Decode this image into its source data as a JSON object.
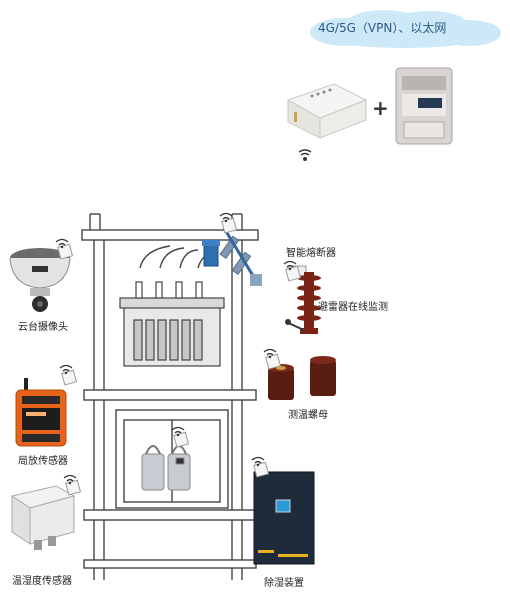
{
  "network": {
    "label": "4G/5G（VPN）、以太网",
    "cloud_color": "#bfe3f5"
  },
  "gateway": {
    "plus": "+"
  },
  "devices": [
    {
      "id": "camera",
      "label": "云台摄像头",
      "icon": "ptz-camera"
    },
    {
      "id": "fuse",
      "label": "智能熔断器",
      "icon": "drop-out-fuse"
    },
    {
      "id": "arrester",
      "label": "避雷器在线监测",
      "icon": "surge-arrester"
    },
    {
      "id": "partial",
      "label": "局放传感器",
      "icon": "partial-discharge-sensor"
    },
    {
      "id": "temp",
      "label": "测温螺母",
      "icon": "temperature-nut"
    },
    {
      "id": "humidity",
      "label": "温湿度传感器",
      "icon": "humidity-sensor"
    },
    {
      "id": "dehumid",
      "label": "除湿装置",
      "icon": "dehumidifier"
    }
  ],
  "colors": {
    "accent": "#1f7fc4",
    "arrester": "#7a2418",
    "sensor_orange": "#e8631a"
  }
}
